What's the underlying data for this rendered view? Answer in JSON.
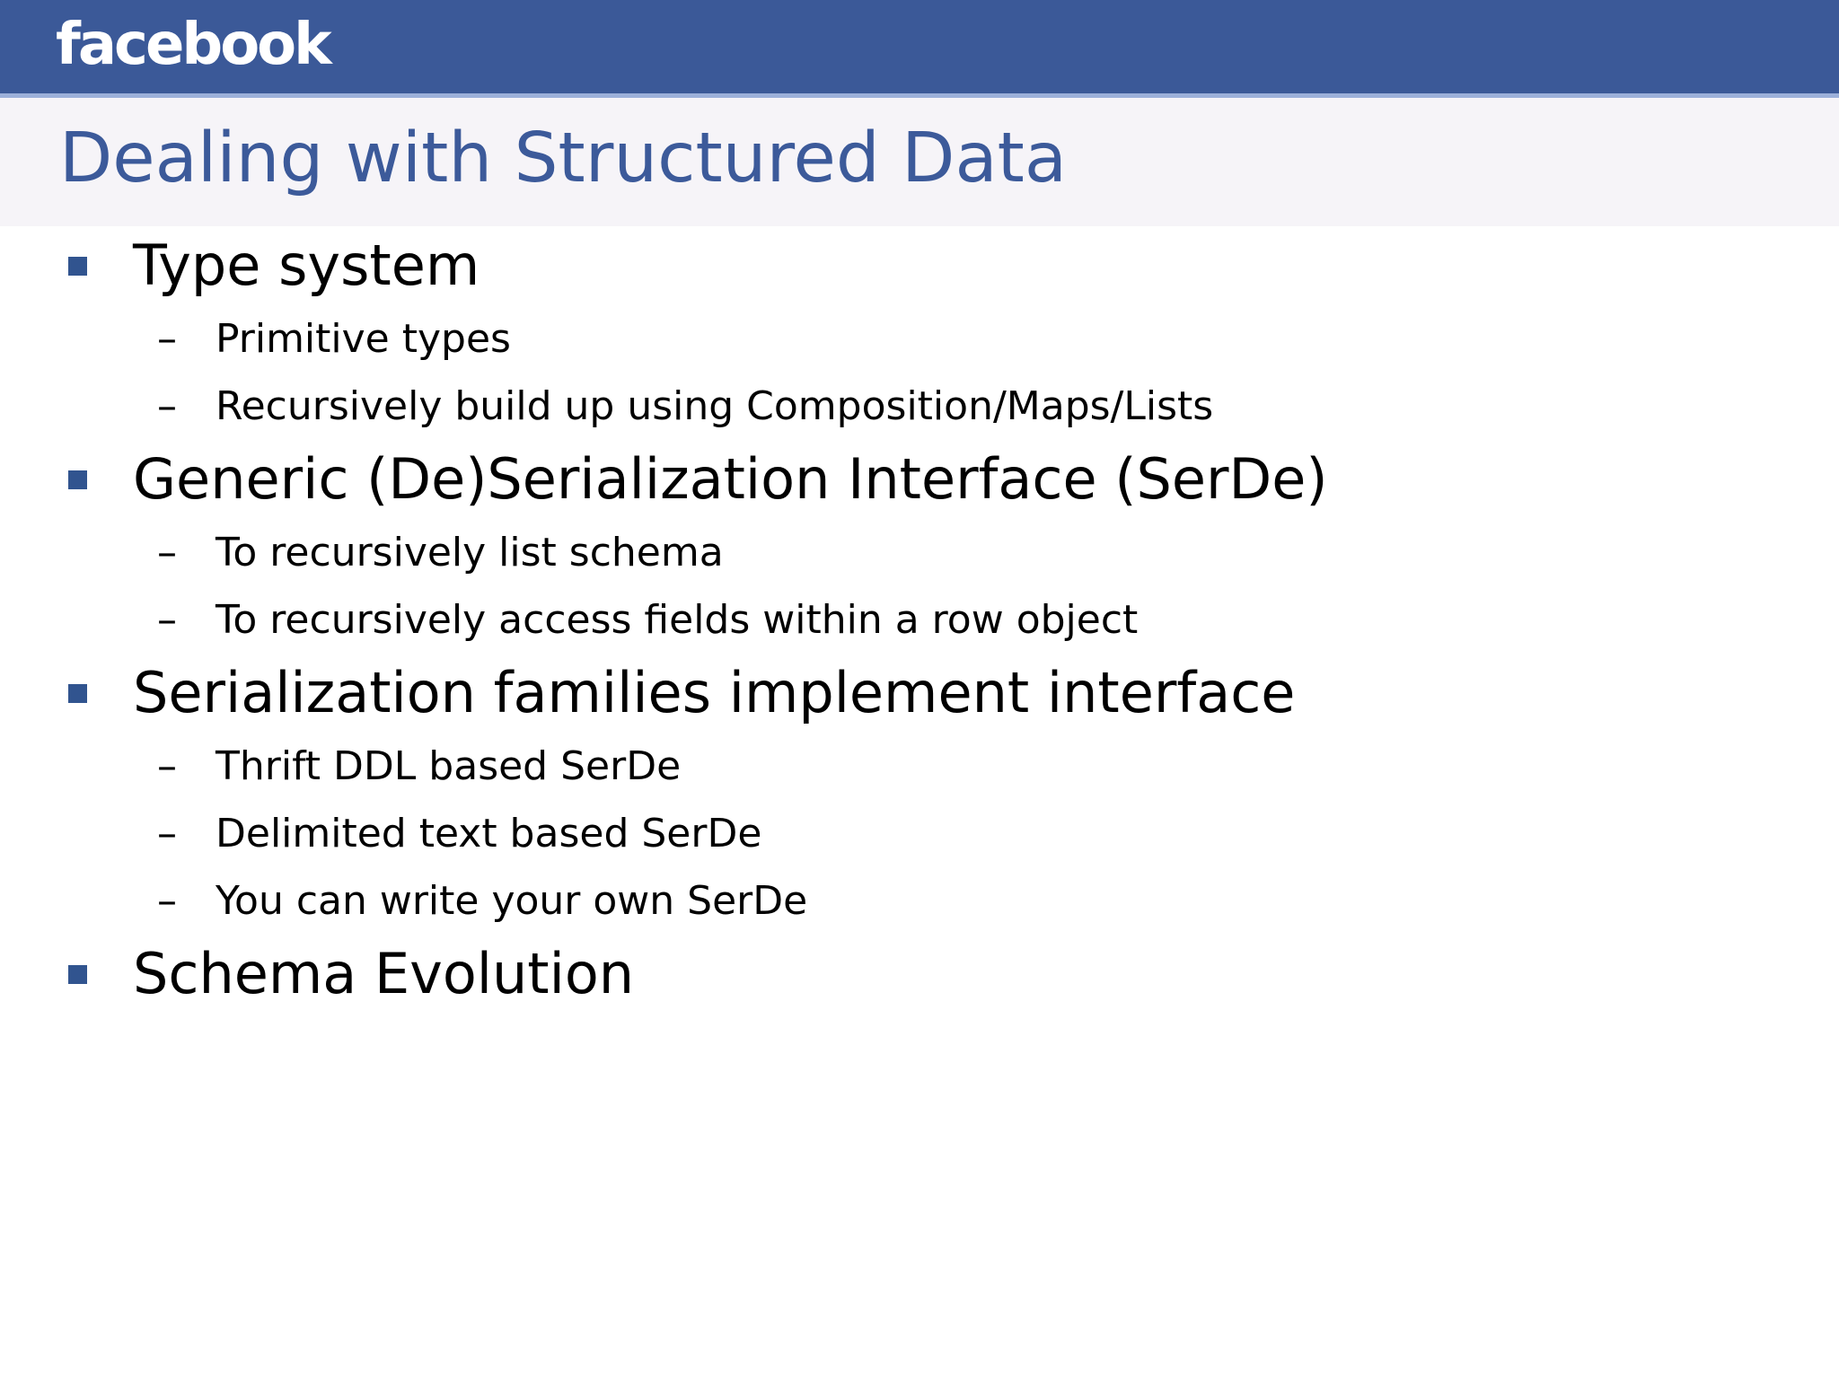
{
  "brand": {
    "name": "facebook",
    "bar_color": "#3b5998",
    "underline_color": "#9cb0da"
  },
  "title": {
    "text": "Dealing with Structured Data",
    "color": "#3c5a9a",
    "band_color": "#f6f4f8"
  },
  "bullet_marker": {
    "level1_glyph": "square",
    "level1_color": "#31548f",
    "level2_glyph": "–"
  },
  "content": {
    "groups": [
      {
        "heading": "Type system",
        "items": [
          "Primitive types",
          "Recursively build up using Composition/Maps/Lists"
        ]
      },
      {
        "heading": "Generic (De)Serialization Interface (SerDe)",
        "items": [
          "To recursively list schema",
          "To recursively access fields within a row object"
        ]
      },
      {
        "heading": "Serialization families implement interface",
        "items": [
          "Thrift DDL based SerDe",
          "Delimited text based SerDe",
          "You can write your own SerDe"
        ]
      },
      {
        "heading": "Schema Evolution",
        "items": []
      }
    ]
  }
}
